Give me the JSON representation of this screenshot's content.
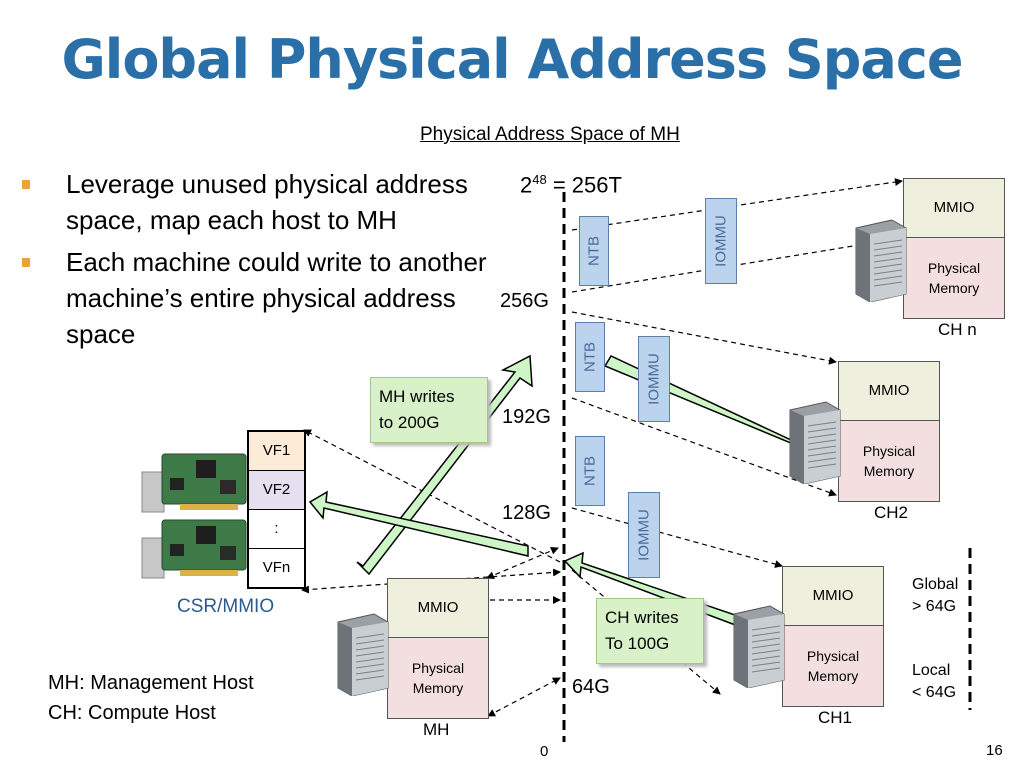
{
  "slide": {
    "title": "Global Physical Address Space",
    "page_number": "16"
  },
  "subtitle": "Physical Address Space of MH",
  "bullets": [
    "Leverage unused physical address space, map each host to MH",
    "Each machine could write to another machine’s entire physical address space"
  ],
  "address_labels": {
    "top_base": "2",
    "top_exp": "48",
    "top_rest": " = 256T",
    "a256g": "256G",
    "a192g": "192G",
    "a128g": "128G",
    "a64g": "64G",
    "a0": "0"
  },
  "vboxes": {
    "ntb": "NTB",
    "iommu": "IOMMU"
  },
  "memory_blocks": {
    "mmio": "MMIO",
    "physical_line1": "Physical",
    "physical_line2": "Memory"
  },
  "hosts": {
    "chn": "CH n",
    "ch2": "CH2",
    "ch1": "CH1",
    "mh": "MH"
  },
  "callouts": {
    "mh_writes_1": "MH writes",
    "mh_writes_2": "to 200G",
    "ch_writes_1": "CH writes",
    "ch_writes_2": "To 100G"
  },
  "vf_list": [
    "VF1",
    "VF2",
    ":",
    "VFn"
  ],
  "csr_label": "CSR/MMIO",
  "legend": {
    "mh": "MH: Management Host",
    "ch": "CH: Compute Host"
  },
  "scope": {
    "global_1": "Global",
    "global_2": "> 64G",
    "local_1": "Local",
    "local_2": "< 64G"
  },
  "colors": {
    "title": "#2a6fa8",
    "bullet_marker": "#e8a33a",
    "ntb_fill": "#bcd3ee",
    "mmio_fill": "#eef0dd",
    "physical_fill": "#f3dfe0",
    "callout_fill": "#d8f1c8",
    "arrow_green": "#cdf5c6",
    "vf1_fill": "#fcebd6",
    "vf2_fill": "#e5dff0"
  }
}
